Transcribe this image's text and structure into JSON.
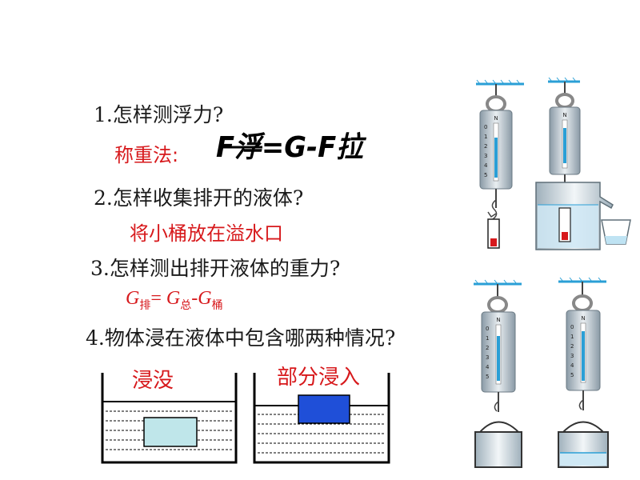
{
  "questions": {
    "q1": "1.怎样测浮力?",
    "a1_label": "称重法:",
    "a1_formula": "F浮=G-F拉",
    "q2": "2.怎样收集排开的液体?",
    "a2": "将小桶放在溢水口",
    "q3": "3.怎样测出排开液体的重力?",
    "a3": {
      "g": "G",
      "sub_pai": "排",
      "eq": "=",
      "sub_zong": "总",
      "minus": "-",
      "sub_tong": "桶"
    },
    "q4": "4.物体浸在液体中包含哪两种情况?"
  },
  "cases": {
    "left_label": "浸没",
    "right_label": "部分浸入"
  },
  "scale": {
    "top_mark": "N",
    "ticks": [
      "0",
      "1",
      "2",
      "3",
      "4",
      "5"
    ]
  },
  "colors": {
    "red": "#d7191c",
    "water_blue": "#2a9fd6",
    "block_blue": "#1f4fd8",
    "block_cyan": "#bfe6ea"
  }
}
